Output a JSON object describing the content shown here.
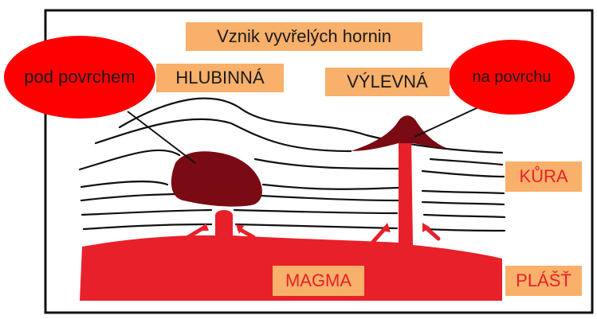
{
  "title": "Vznik vyvřelých hornin",
  "labels": {
    "deep": "HLUBINNÁ",
    "surface": "VÝLEVNÁ",
    "crust": "KŮRA",
    "magma": "MAGMA",
    "mantle": "PLÁŠŤ"
  },
  "bubbles": {
    "left": "pod povrchem",
    "right": "na povrchu"
  },
  "colors": {
    "magma": "#e8202a",
    "intrusion": "#7a0a14",
    "label_fill": "#f8b06a",
    "bubble": "#ff0000"
  }
}
